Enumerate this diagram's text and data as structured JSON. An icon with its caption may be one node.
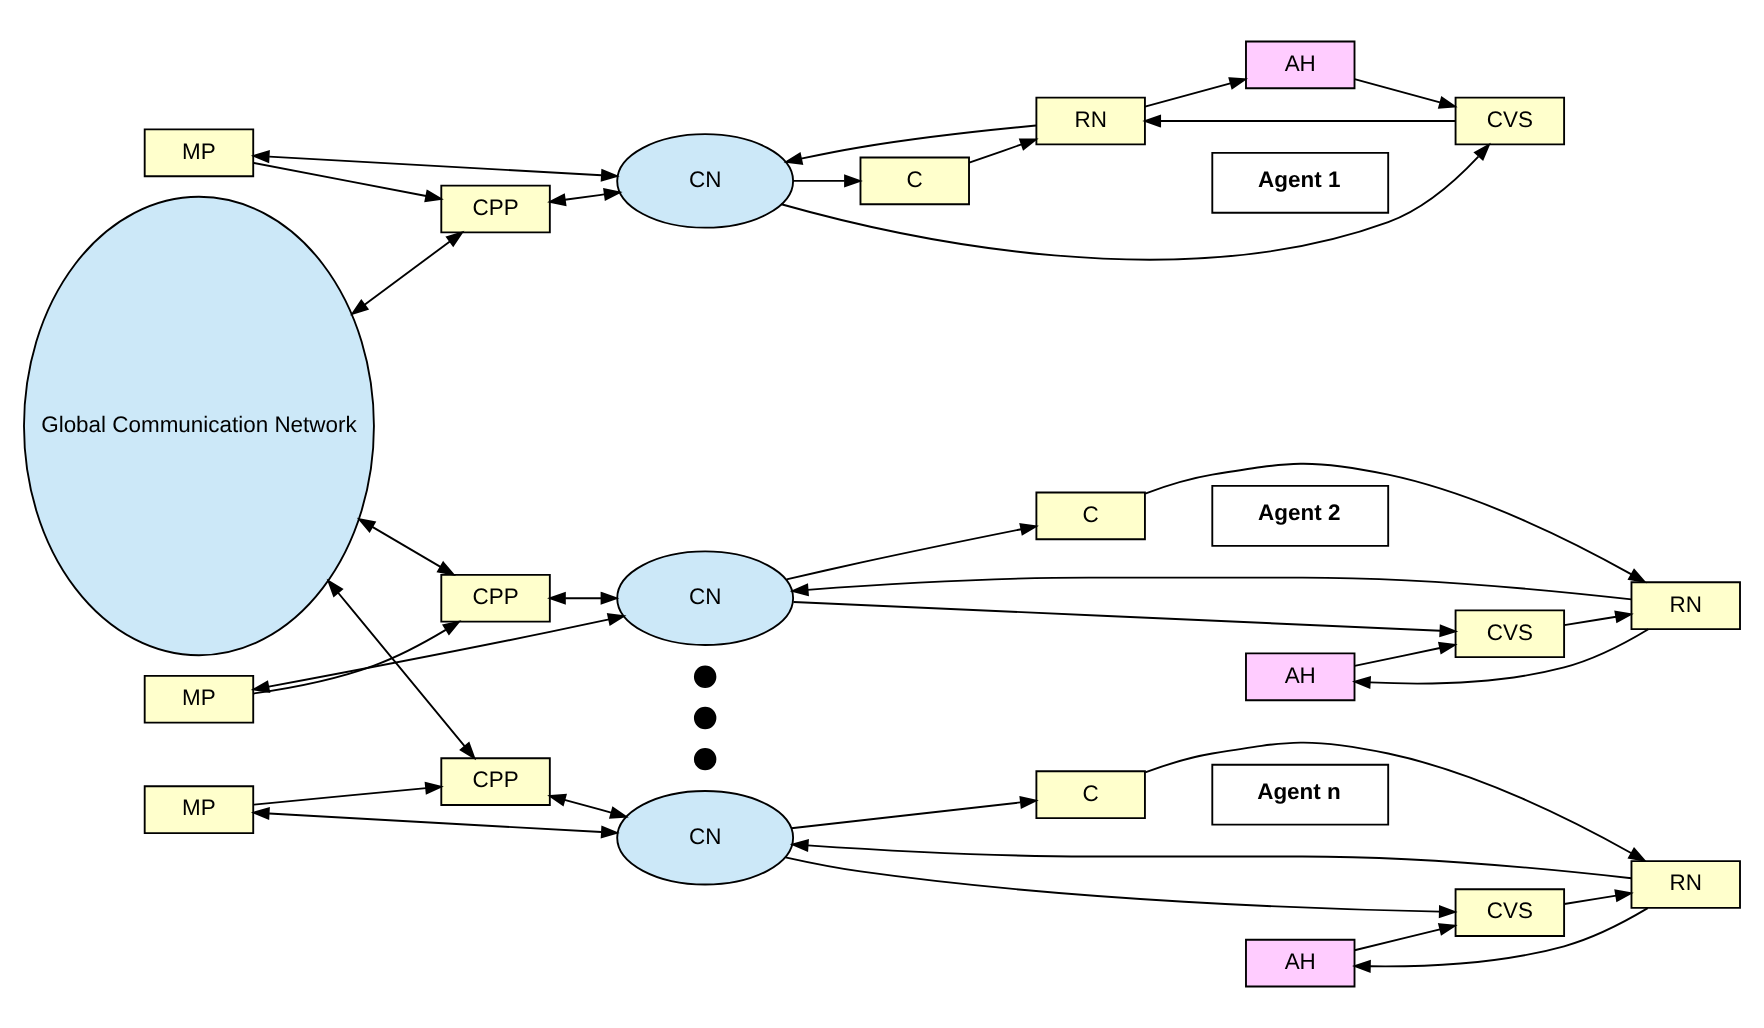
{
  "diagram": {
    "nodes": [
      {
        "text": [
          "Global Communication Network"
        ]
      },
      {
        "text": [
          "CPP"
        ]
      },
      {
        "text": [
          "MP"
        ]
      },
      {
        "text": [
          "CN"
        ]
      },
      {
        "text": [
          "C"
        ]
      },
      {
        "text": [
          "RN"
        ]
      },
      {
        "text": [
          "CVS"
        ]
      },
      {
        "text": [
          "AH"
        ]
      },
      {
        "text": [
          "Agent 1"
        ]
      },
      {
        "text": [
          "CPP"
        ]
      },
      {
        "text": [
          "MP"
        ]
      },
      {
        "text": [
          "CN"
        ]
      },
      {
        "text": [
          "C"
        ]
      },
      {
        "text": [
          "RN"
        ]
      },
      {
        "text": [
          "CVS"
        ]
      },
      {
        "text": [
          "AH"
        ]
      },
      {
        "text": [
          "Agent 2"
        ]
      },
      {
        "text": [],
        "shape": "circle"
      },
      {
        "text": [],
        "shape": "circle"
      },
      {
        "text": [],
        "shape": "circle"
      },
      {
        "text": [
          "CPP"
        ]
      },
      {
        "text": [
          "MP"
        ]
      },
      {
        "text": [
          "CN"
        ]
      },
      {
        "text": [
          "C"
        ]
      },
      {
        "text": [
          "RN"
        ]
      },
      {
        "text": [
          "CVS"
        ]
      },
      {
        "text": [
          "AH"
        ]
      },
      {
        "text": [
          "Agent n"
        ]
      }
    ],
    "edges": [
      {
        "from": 0,
        "to": 1,
        "arrow": "both"
      },
      {
        "from": 1,
        "to": 3,
        "arrow": "both"
      },
      {
        "from": 2,
        "to": 1,
        "arrow": "to"
      },
      {
        "from": 2,
        "to": 3,
        "arrow": "both"
      },
      {
        "from": 3,
        "to": 4,
        "arrow": "to"
      },
      {
        "from": 4,
        "to": 5,
        "arrow": "to"
      },
      {
        "from": 5,
        "to": 3,
        "arrow": "to"
      },
      {
        "from": 3,
        "to": 6,
        "arrow": "to"
      },
      {
        "from": 6,
        "to": 5,
        "arrow": "to"
      },
      {
        "from": 5,
        "to": 7,
        "arrow": "to"
      },
      {
        "from": 7,
        "to": 6,
        "arrow": "to"
      },
      {
        "from": 0,
        "to": 9,
        "arrow": "both"
      },
      {
        "from": 9,
        "to": 11,
        "arrow": "both"
      },
      {
        "from": 10,
        "to": 9,
        "arrow": "to"
      },
      {
        "from": 10,
        "to": 11,
        "arrow": "both"
      },
      {
        "from": 11,
        "to": 12,
        "arrow": "to"
      },
      {
        "from": 12,
        "to": 13,
        "arrow": "to"
      },
      {
        "from": 13,
        "to": 11,
        "arrow": "to"
      },
      {
        "from": 11,
        "to": 14,
        "arrow": "to"
      },
      {
        "from": 14,
        "to": 13,
        "arrow": "to"
      },
      {
        "from": 13,
        "to": 15,
        "arrow": "to"
      },
      {
        "from": 15,
        "to": 14,
        "arrow": "to"
      },
      {
        "from": 0,
        "to": 20,
        "arrow": "both"
      },
      {
        "from": 20,
        "to": 22,
        "arrow": "both"
      },
      {
        "from": 21,
        "to": 20,
        "arrow": "to"
      },
      {
        "from": 21,
        "to": 22,
        "arrow": "both"
      },
      {
        "from": 22,
        "to": 23,
        "arrow": "to"
      },
      {
        "from": 23,
        "to": 24,
        "arrow": "to"
      },
      {
        "from": 24,
        "to": 22,
        "arrow": "to"
      },
      {
        "from": 22,
        "to": 25,
        "arrow": "to"
      },
      {
        "from": 25,
        "to": 24,
        "arrow": "to"
      },
      {
        "from": 24,
        "to": 26,
        "arrow": "to"
      },
      {
        "from": 26,
        "to": 25,
        "arrow": "to"
      }
    ]
  }
}
